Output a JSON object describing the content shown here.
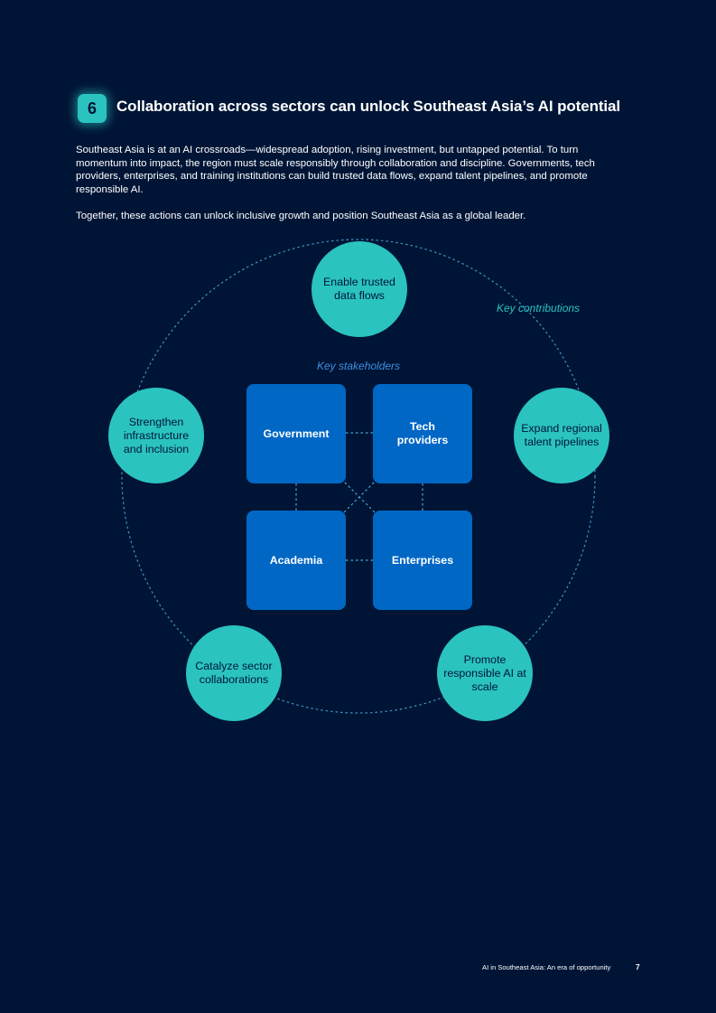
{
  "header": {
    "section_number": "6",
    "title": "Collaboration across sectors can unlock Southeast Asia’s AI potential"
  },
  "body": {
    "intro": "Southeast Asia is at an AI crossroads—widespread adoption, rising investment, but untapped potential. To turn momentum into impact, the region must scale responsibly through collaboration and discipline. Governments, tech providers, enterprises, and training institutions can build trusted data flows, expand talent pipelines, and promote responsible AI.",
    "closing": "Together, these actions can unlock inclusive growth and position Southeast Asia as a global leader."
  },
  "diagram": {
    "contributions_label": "Key contributions",
    "stakeholders_label": "Key stakeholders",
    "contributions": [
      "Enable trusted data flows",
      "Expand regional talent pipelines",
      "Promote responsible AI at scale",
      "Catalyze sector collaborations",
      "Strengthen infrastructure and inclusion"
    ],
    "stakeholders": [
      "Government",
      "Tech providers",
      "Academia",
      "Enterprises"
    ],
    "colors": {
      "background": "#001536",
      "contribution_fill": "#2ac3c0",
      "stakeholder_fill": "#0067c5",
      "connector": "#4aa8d8",
      "contributions_label": "#2ac3c0",
      "stakeholders_label": "#3d8ee0"
    }
  },
  "footer": {
    "publication": "AI in Southeast Asia: An era of opportunity",
    "page_number": "7"
  }
}
